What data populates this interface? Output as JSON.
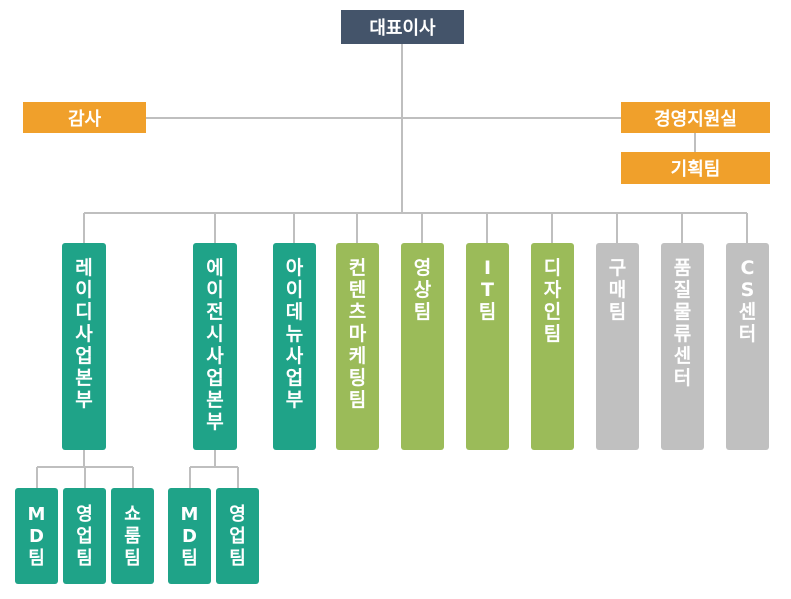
{
  "ceo": {
    "label": "대표이사",
    "color": "#44546a"
  },
  "audit": {
    "label": "감사",
    "color": "#f0a02b"
  },
  "management": {
    "label": "경영지원실",
    "color": "#f0a02b"
  },
  "planning": {
    "label": "기획팀",
    "color": "#f0a02b"
  },
  "departments": [
    {
      "label": "레\n이\n디\n사\n업\n본\n부",
      "color": "#1fa388"
    },
    {
      "label": "에\n이\n전\n시\n사\n업\n본\n부",
      "color": "#1fa388"
    },
    {
      "label": "아\n이\n데\n뉴\n사\n업\n부",
      "color": "#1fa388"
    },
    {
      "label": "컨\n텐\n츠\n마\n케\n팅\n팀",
      "color": "#9bbb59"
    },
    {
      "label": "영\n상\n팀",
      "color": "#9bbb59"
    },
    {
      "label": "I\nT\n팀",
      "color": "#9bbb59"
    },
    {
      "label": "디\n자\n인\n팀",
      "color": "#9bbb59"
    },
    {
      "label": "구\n매\n팀",
      "color": "#c0c0c0"
    },
    {
      "label": "품\n질\n물\n류\n센\n터",
      "color": "#c0c0c0"
    },
    {
      "label": "C\nS\n센\n터",
      "color": "#c0c0c0"
    }
  ],
  "sub_teams": {
    "lady": [
      {
        "label": "M\nD\n팀"
      },
      {
        "label": "영\n업\n팀"
      },
      {
        "label": "쇼\n룸\n팀"
      }
    ],
    "agency": [
      {
        "label": "M\nD\n팀"
      },
      {
        "label": "영\n업\n팀"
      }
    ]
  }
}
